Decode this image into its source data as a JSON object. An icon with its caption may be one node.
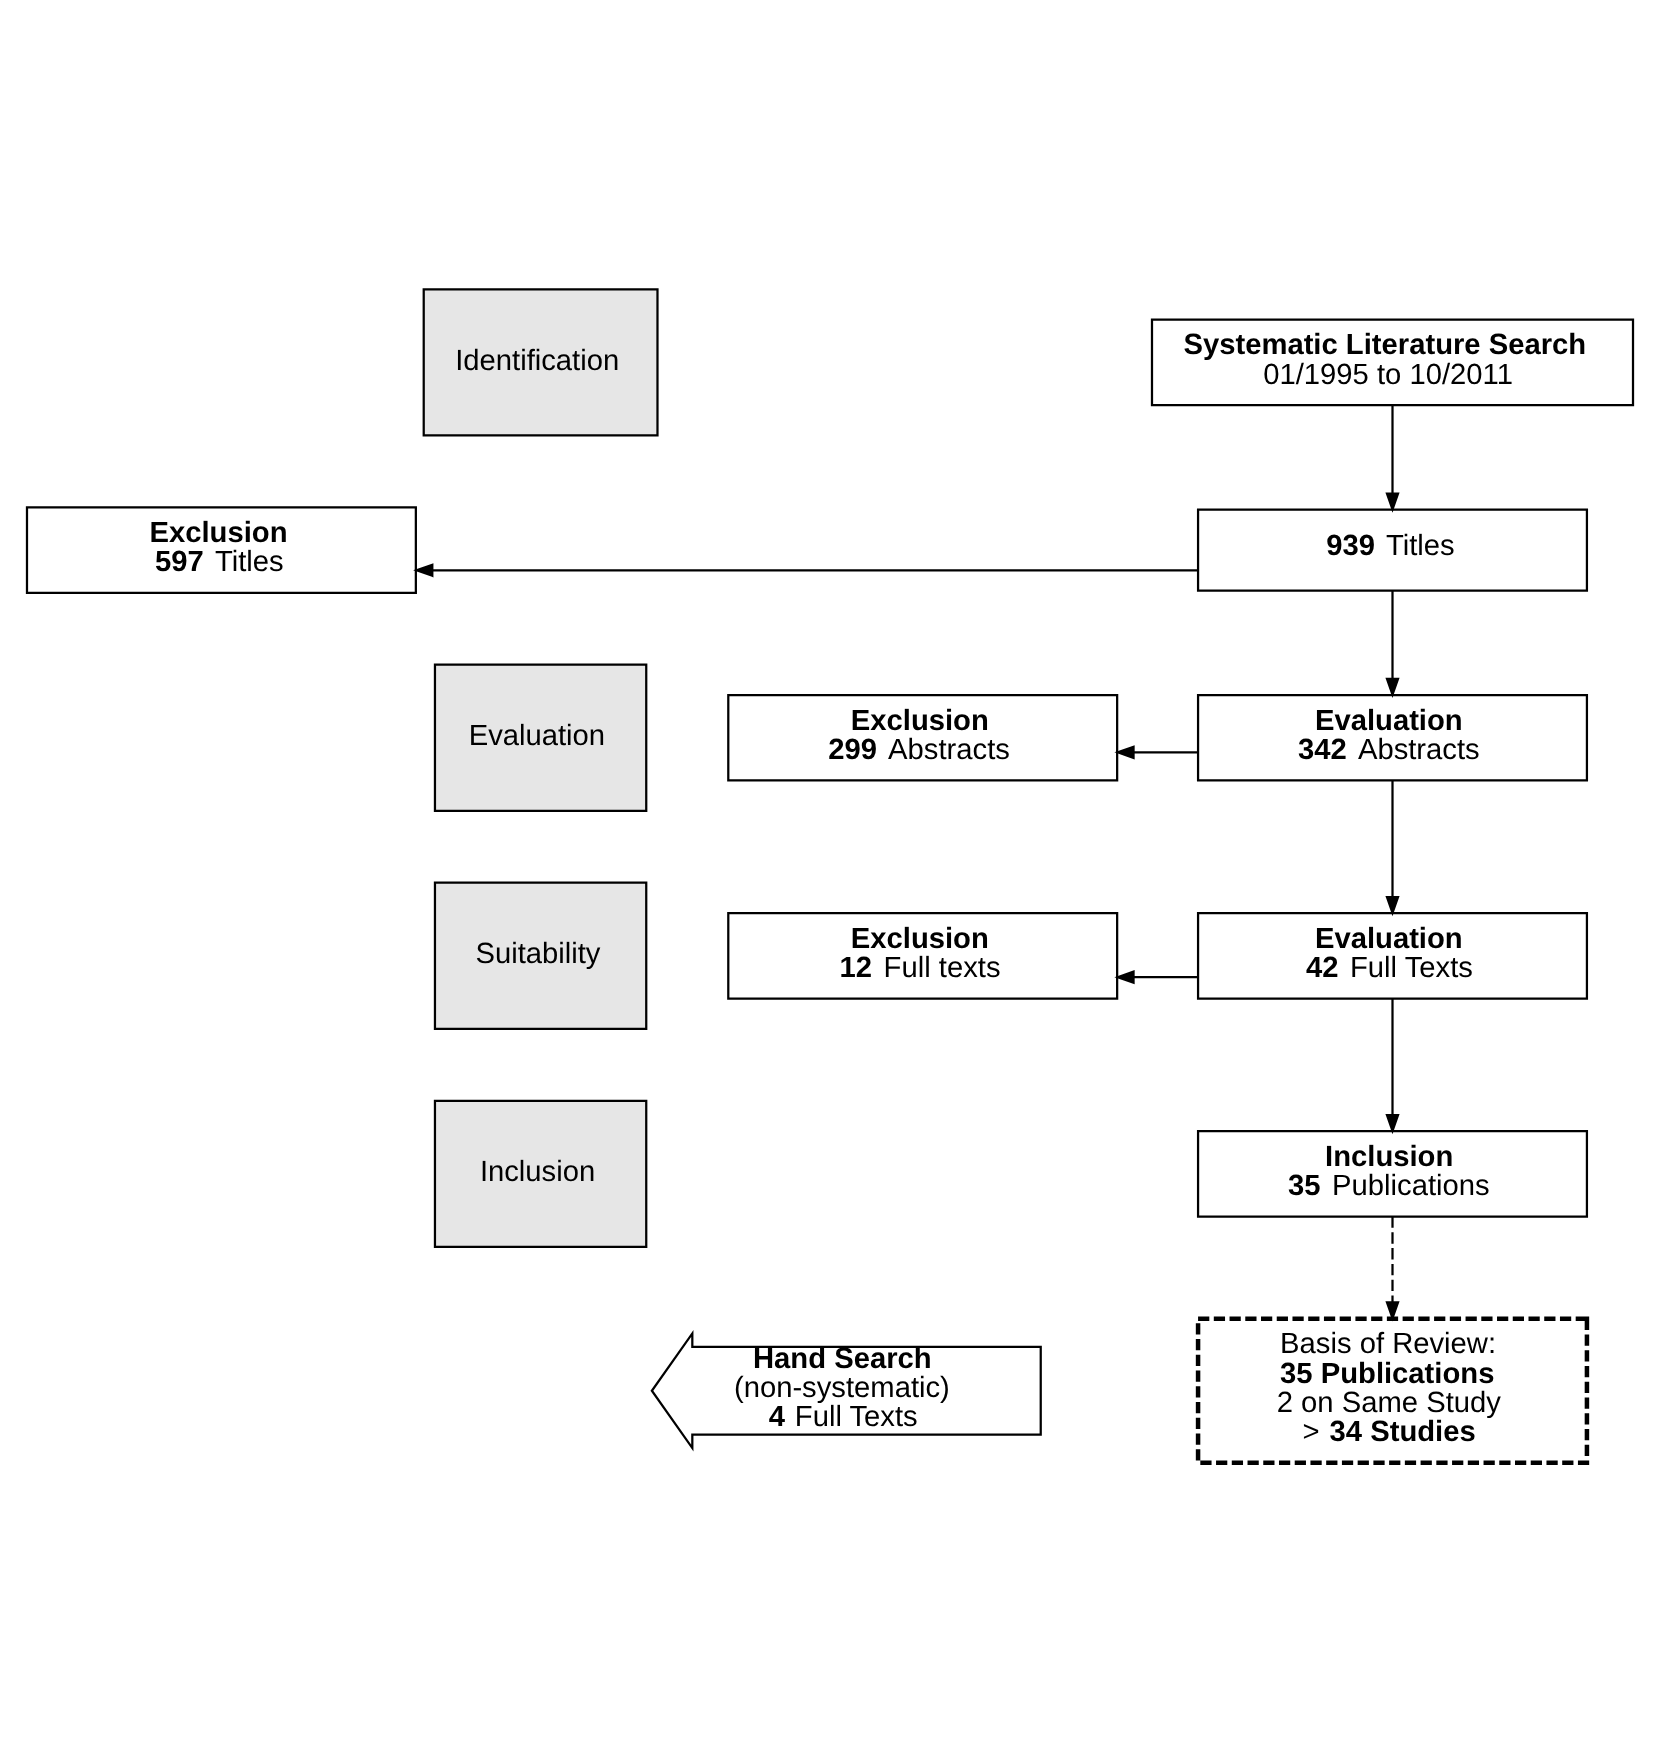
{
  "diagram": {
    "nodes": [
      {
        "text": [
          "Identification"
        ]
      },
      {
        "text": [
          "Evaluation"
        ]
      },
      {
        "text": [
          "Suitability"
        ]
      },
      {
        "text": [
          "Inclusion"
        ]
      },
      {
        "text": [
          "Systematic Literature Search",
          "01/1995 to 10/2011"
        ]
      },
      {
        "text": [
          "Exclusion",
          "**597** Titles"
        ]
      },
      {
        "text": [
          "**939** Titles"
        ]
      },
      {
        "text": [
          "Exclusion",
          "**299** Abstracts"
        ]
      },
      {
        "text": [
          "Evaluation",
          "**342** Abstracts"
        ]
      },
      {
        "text": [
          "Exclusion",
          "**12** Full texts"
        ]
      },
      {
        "text": [
          "Evaluation",
          "**42** Full Texts"
        ]
      },
      {
        "text": [
          "Hand Search",
          "(non-systematic)",
          "**4** Full Texts"
        ]
      },
      {
        "text": [
          "Inclusion",
          "**35** Publications"
        ]
      },
      {
        "text": [
          "Basis of Review:",
          "**35 Publications**",
          "2 on Same Study",
          "> **34 Studies**"
        ]
      }
    ],
    "edges": [
      {
        "from": 4,
        "to": 6,
        "arrow": "to"
      },
      {
        "from": 6,
        "to": 5,
        "arrow": "to"
      },
      {
        "from": 6,
        "to": 8,
        "arrow": "to"
      },
      {
        "from": 8,
        "to": 7,
        "arrow": "to"
      },
      {
        "from": 8,
        "to": 10,
        "arrow": "to"
      },
      {
        "from": 10,
        "to": 9,
        "arrow": "to"
      },
      {
        "from": 10,
        "to": 12,
        "arrow": "to"
      },
      {
        "from": 12,
        "to": 13,
        "arrow": "to",
        "style": "dashed"
      }
    ]
  }
}
